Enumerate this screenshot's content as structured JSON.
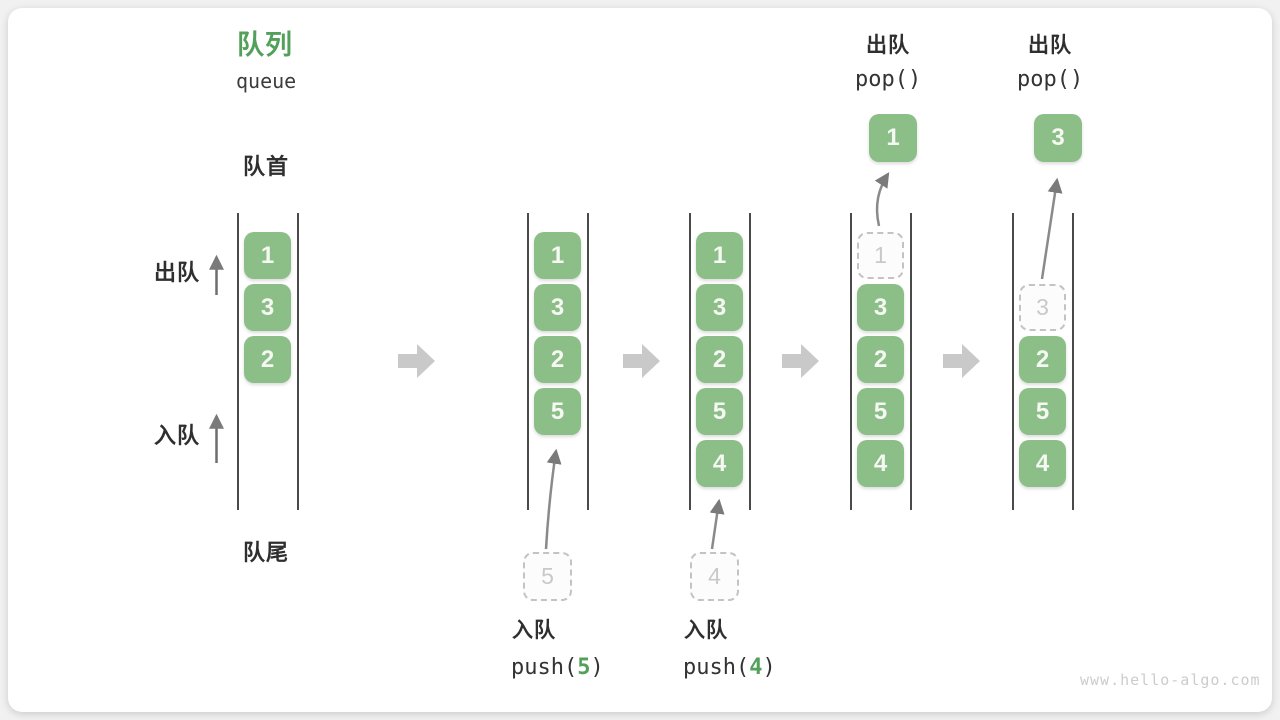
{
  "title": {
    "zh": "队列",
    "en": "queue"
  },
  "side_labels": {
    "front": "队首",
    "rear": "队尾",
    "dequeue": "出队",
    "enqueue": "入队"
  },
  "operations": {
    "push_5": {
      "name": "入队",
      "fn": "push(",
      "arg": "5",
      "close": ")"
    },
    "push_4": {
      "name": "入队",
      "fn": "push(",
      "arg": "4",
      "close": ")"
    },
    "pop_a": {
      "name": "出队",
      "code": "pop()"
    },
    "pop_b": {
      "name": "出队",
      "code": "pop()"
    }
  },
  "queues": [
    {
      "cells": [
        "1",
        "3",
        "2"
      ]
    },
    {
      "cells": [
        "1",
        "3",
        "2",
        "5"
      ],
      "incoming": "5"
    },
    {
      "cells": [
        "1",
        "3",
        "2",
        "5",
        "4"
      ],
      "incoming": "4"
    },
    {
      "removed": "1",
      "cells": [
        "3",
        "2",
        "5",
        "4"
      ],
      "popped": "1"
    },
    {
      "removed": "3",
      "cells": [
        "2",
        "5",
        "4"
      ],
      "popped": "3"
    }
  ],
  "watermark": "www.hello-algo.com",
  "colors": {
    "title_green": "#52a05a",
    "cell_green": "#8cbe87",
    "cell_text": "#f6f8f3",
    "ghost_gray": "#c9c9c9",
    "block_arrow_gray": "#c9c9c9",
    "thin_arrow_gray": "#7a7a7a",
    "container_line": "#4a4a4a",
    "card_bg": "#ffffff"
  }
}
